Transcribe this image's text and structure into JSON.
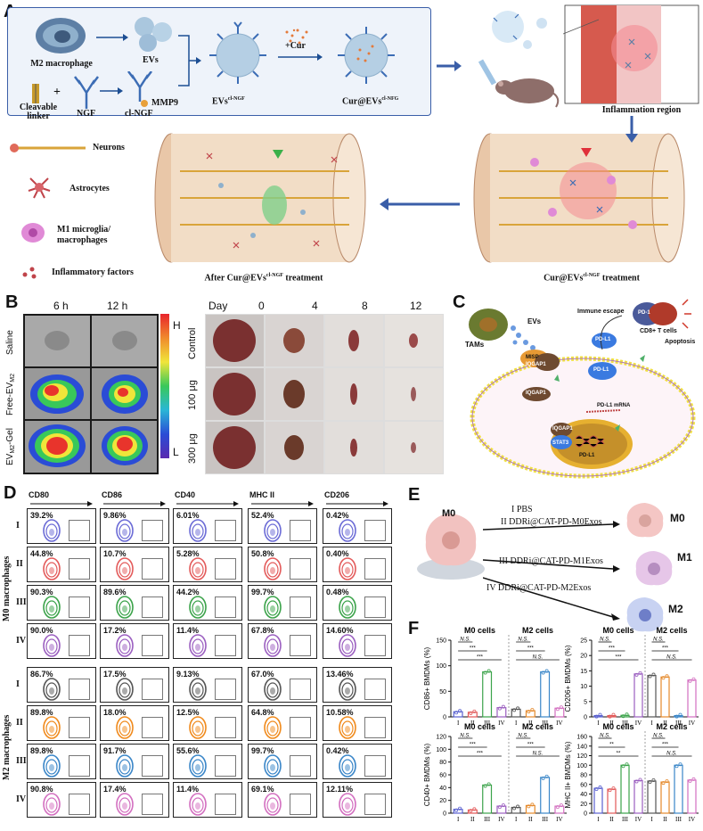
{
  "panels": {
    "A": "A",
    "B": "B",
    "C": "C",
    "D": "D",
    "E": "E",
    "F": "F"
  },
  "panelA": {
    "m2_macrophage": "M2 macrophage",
    "evs": "EVs",
    "cleavable_linker": "Cleavable linker",
    "plus": "+",
    "ngf": "NGF",
    "cl_ngf": "cl-NGF",
    "mmp9": "MMP9",
    "evs_ngf": "EVs",
    "evs_ngf_sup": "cl-NGF",
    "cur": "+Cur",
    "cur_evs": "Cur@EVs",
    "cur_evs_sup": "cl-NFG",
    "inflammation_region": "Inflammation region",
    "legend": [
      "Neurons",
      "Astrocytes",
      "M1 microglia/ macrophages",
      "Inflammatory factors"
    ],
    "after_label": "After Cur@EVs",
    "after_sup": "cl-NGF",
    "after_suffix": " treatment",
    "cur_treat": "Cur@EVs",
    "cur_treat_sup": "cl-NGF",
    "cur_treat_suffix": " treatment"
  },
  "panelB": {
    "times": [
      "6 h",
      "12 h"
    ],
    "rows": [
      "Saline",
      "Free-EV",
      "EV"
    ],
    "row_subs": [
      "",
      "M2",
      "M2"
    ],
    "row_suffix": [
      "",
      "",
      "-Gel"
    ],
    "scale_high": "H",
    "scale_low": "L",
    "day_label": "Day",
    "days": [
      "0",
      "4",
      "8",
      "12"
    ],
    "wound_rows": [
      "Control",
      "100 μg",
      "300 μg"
    ]
  },
  "panelC": {
    "tams": "TAMs",
    "evs": "EVs",
    "immune_escape": "Immune escape",
    "cd8": "CD8+ T cells",
    "apoptosis": "Apoptosis",
    "pd_l1": "PD-L1",
    "pd1": "PD-1",
    "misp": "MISP",
    "iqgap1": "IQGAP1",
    "pd_l1_mrna": "PD-L1 mRNA",
    "stat3": "STAT3"
  },
  "panelD": {
    "markers": [
      "CD80",
      "CD86",
      "CD40",
      "MHC II",
      "CD206"
    ],
    "groups": [
      "I",
      "II",
      "III",
      "IV"
    ],
    "m0_label": "M0 macrophages",
    "m2_label": "M2 macrophages",
    "m0_values": [
      [
        "39.2%",
        "9.86%",
        "6.01%",
        "52.4%",
        "0.42%"
      ],
      [
        "44.8%",
        "10.7%",
        "5.28%",
        "50.8%",
        "0.40%"
      ],
      [
        "90.3%",
        "89.6%",
        "44.2%",
        "99.7%",
        "0.48%"
      ],
      [
        "90.0%",
        "17.2%",
        "11.4%",
        "67.8%",
        "14.60%"
      ]
    ],
    "m2_values": [
      [
        "86.7%",
        "17.5%",
        "9.13%",
        "67.0%",
        "13.46%"
      ],
      [
        "89.8%",
        "18.0%",
        "12.5%",
        "64.8%",
        "10.58%"
      ],
      [
        "89.8%",
        "91.7%",
        "55.6%",
        "99.7%",
        "0.42%"
      ],
      [
        "90.8%",
        "17.4%",
        "11.4%",
        "69.1%",
        "12.11%"
      ]
    ],
    "colors": {
      "m0": [
        "#6b6bd6",
        "#e35a5a",
        "#3ba34a",
        "#9b5fc0"
      ],
      "m2": [
        "#555555",
        "#f08a1c",
        "#3a86c8",
        "#d36fc0"
      ]
    }
  },
  "panelE": {
    "m0": "M0",
    "treatments": [
      "I PBS",
      "II DDRi@CAT-PD-M0Exos",
      "III DDRi@CAT-PD-M1Exos",
      "IV DDRi@CAT-PD-M2Exos"
    ],
    "outcomes": [
      "M0",
      "M1",
      "M2"
    ]
  },
  "panelF": {
    "m0_cells": "M0 cells",
    "m2_cells": "M2 cells",
    "groups": [
      "I",
      "II",
      "III",
      "IV"
    ],
    "ns": "N.S.",
    "s3": "***",
    "s2": "**"
  },
  "chart_data": [
    {
      "type": "bar",
      "ylabel": "CD86+ BMDMs (%)",
      "ylim": [
        0,
        150
      ],
      "yticks": [
        "0",
        "50",
        "100",
        "150"
      ],
      "categories": [
        "I",
        "II",
        "III",
        "IV",
        "I",
        "II",
        "III",
        "IV"
      ],
      "values": [
        10,
        9,
        88,
        18,
        15,
        12,
        88,
        17
      ]
    },
    {
      "type": "bar",
      "ylabel": "CD206+ BMDMs (%)",
      "ylim": [
        0,
        25
      ],
      "yticks": [
        "0",
        "5",
        "10",
        "15",
        "20",
        "25"
      ],
      "categories": [
        "I",
        "II",
        "III",
        "IV",
        "I",
        "II",
        "III",
        "IV"
      ],
      "values": [
        0.4,
        0.4,
        0.5,
        14,
        13.5,
        13,
        0.4,
        12
      ]
    },
    {
      "type": "bar",
      "ylabel": "CD40+ BMDMs (%)",
      "ylim": [
        0,
        120
      ],
      "yticks": [
        "0",
        "20",
        "40",
        "60",
        "80",
        "100",
        "120"
      ],
      "categories": [
        "I",
        "II",
        "III",
        "IV",
        "I",
        "II",
        "III",
        "IV"
      ],
      "values": [
        6,
        5,
        44,
        11,
        9,
        12,
        56,
        11
      ]
    },
    {
      "type": "bar",
      "ylabel": "MHC II+ BMDMs (%)",
      "ylim": [
        0,
        160
      ],
      "yticks": [
        "0",
        "20",
        "40",
        "60",
        "80",
        "100",
        "120",
        "140",
        "160"
      ],
      "categories": [
        "I",
        "II",
        "III",
        "IV",
        "I",
        "II",
        "III",
        "IV"
      ],
      "values": [
        52,
        50,
        100,
        68,
        67,
        65,
        100,
        69
      ]
    }
  ]
}
